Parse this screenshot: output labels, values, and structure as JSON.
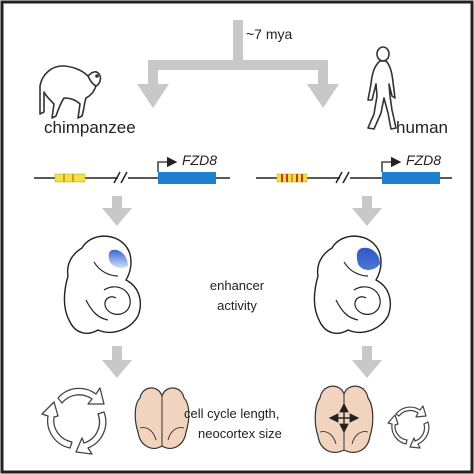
{
  "diagram": {
    "divergence_label": "~7 mya",
    "species": {
      "left": "chimpanzee",
      "right": "human"
    },
    "gene_left": "FZD8",
    "gene_right": "FZD8",
    "middle_label": "enhancer activity",
    "bottom_label_line1": "cell cycle length,",
    "bottom_label_line2": "neocortex size"
  },
  "colors": {
    "border": "#222222",
    "arrow_gray": "#c8c8c8",
    "gene_blue": "#1f7fd1",
    "enhancer_yellow": "#f1e04a",
    "enhancer_red": "#c0392b",
    "brain": "#f2d3bd",
    "enhancer_activity_light": "#7fa8e6",
    "enhancer_activity_strong": "#2f57c6"
  },
  "icons": {
    "left_figure": "chimpanzee-silhouette-icon",
    "right_figure": "human-silhouette-icon",
    "embryo": "embryo-icon",
    "brain": "brain-icon",
    "cell_cycle": "cell-cycle-arrows-icon"
  }
}
